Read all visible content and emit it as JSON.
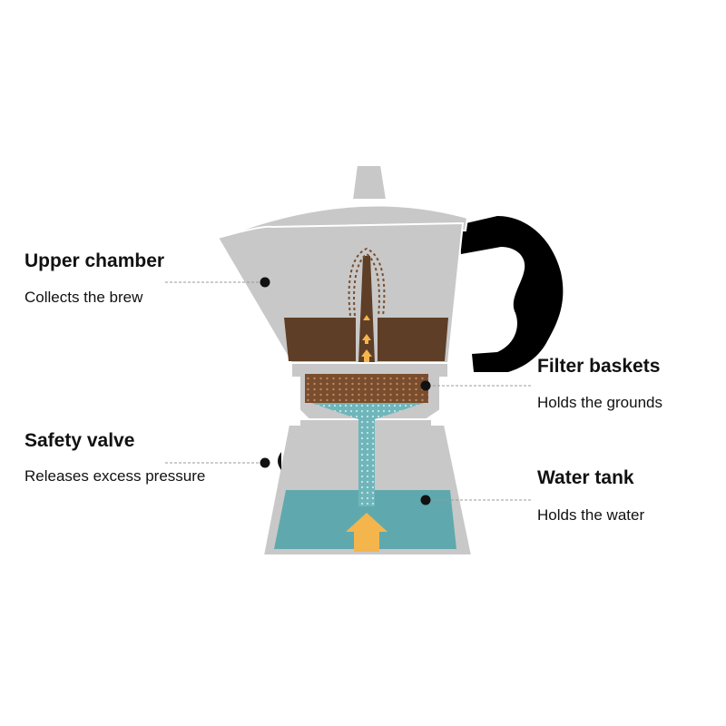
{
  "labels": {
    "upper_chamber": {
      "title": "Upper chamber",
      "description": "Collects the brew"
    },
    "safety_valve": {
      "title": "Safety valve",
      "description": "Releases excess pressure"
    },
    "filter_baskets": {
      "title": "Filter baskets",
      "description": "Holds the grounds"
    },
    "water_tank": {
      "title": "Water tank",
      "description": "Holds the water"
    }
  },
  "colors": {
    "body": "#c8c8c8",
    "body_stroke": "#ffffff",
    "handle": "#000000",
    "coffee": "#5e3e26",
    "grounds": "#7a4d2e",
    "water": "#5fa9ae",
    "steam_arrow": "#f4b54d",
    "leader_line": "#9a9a9a",
    "text": "#111111"
  }
}
